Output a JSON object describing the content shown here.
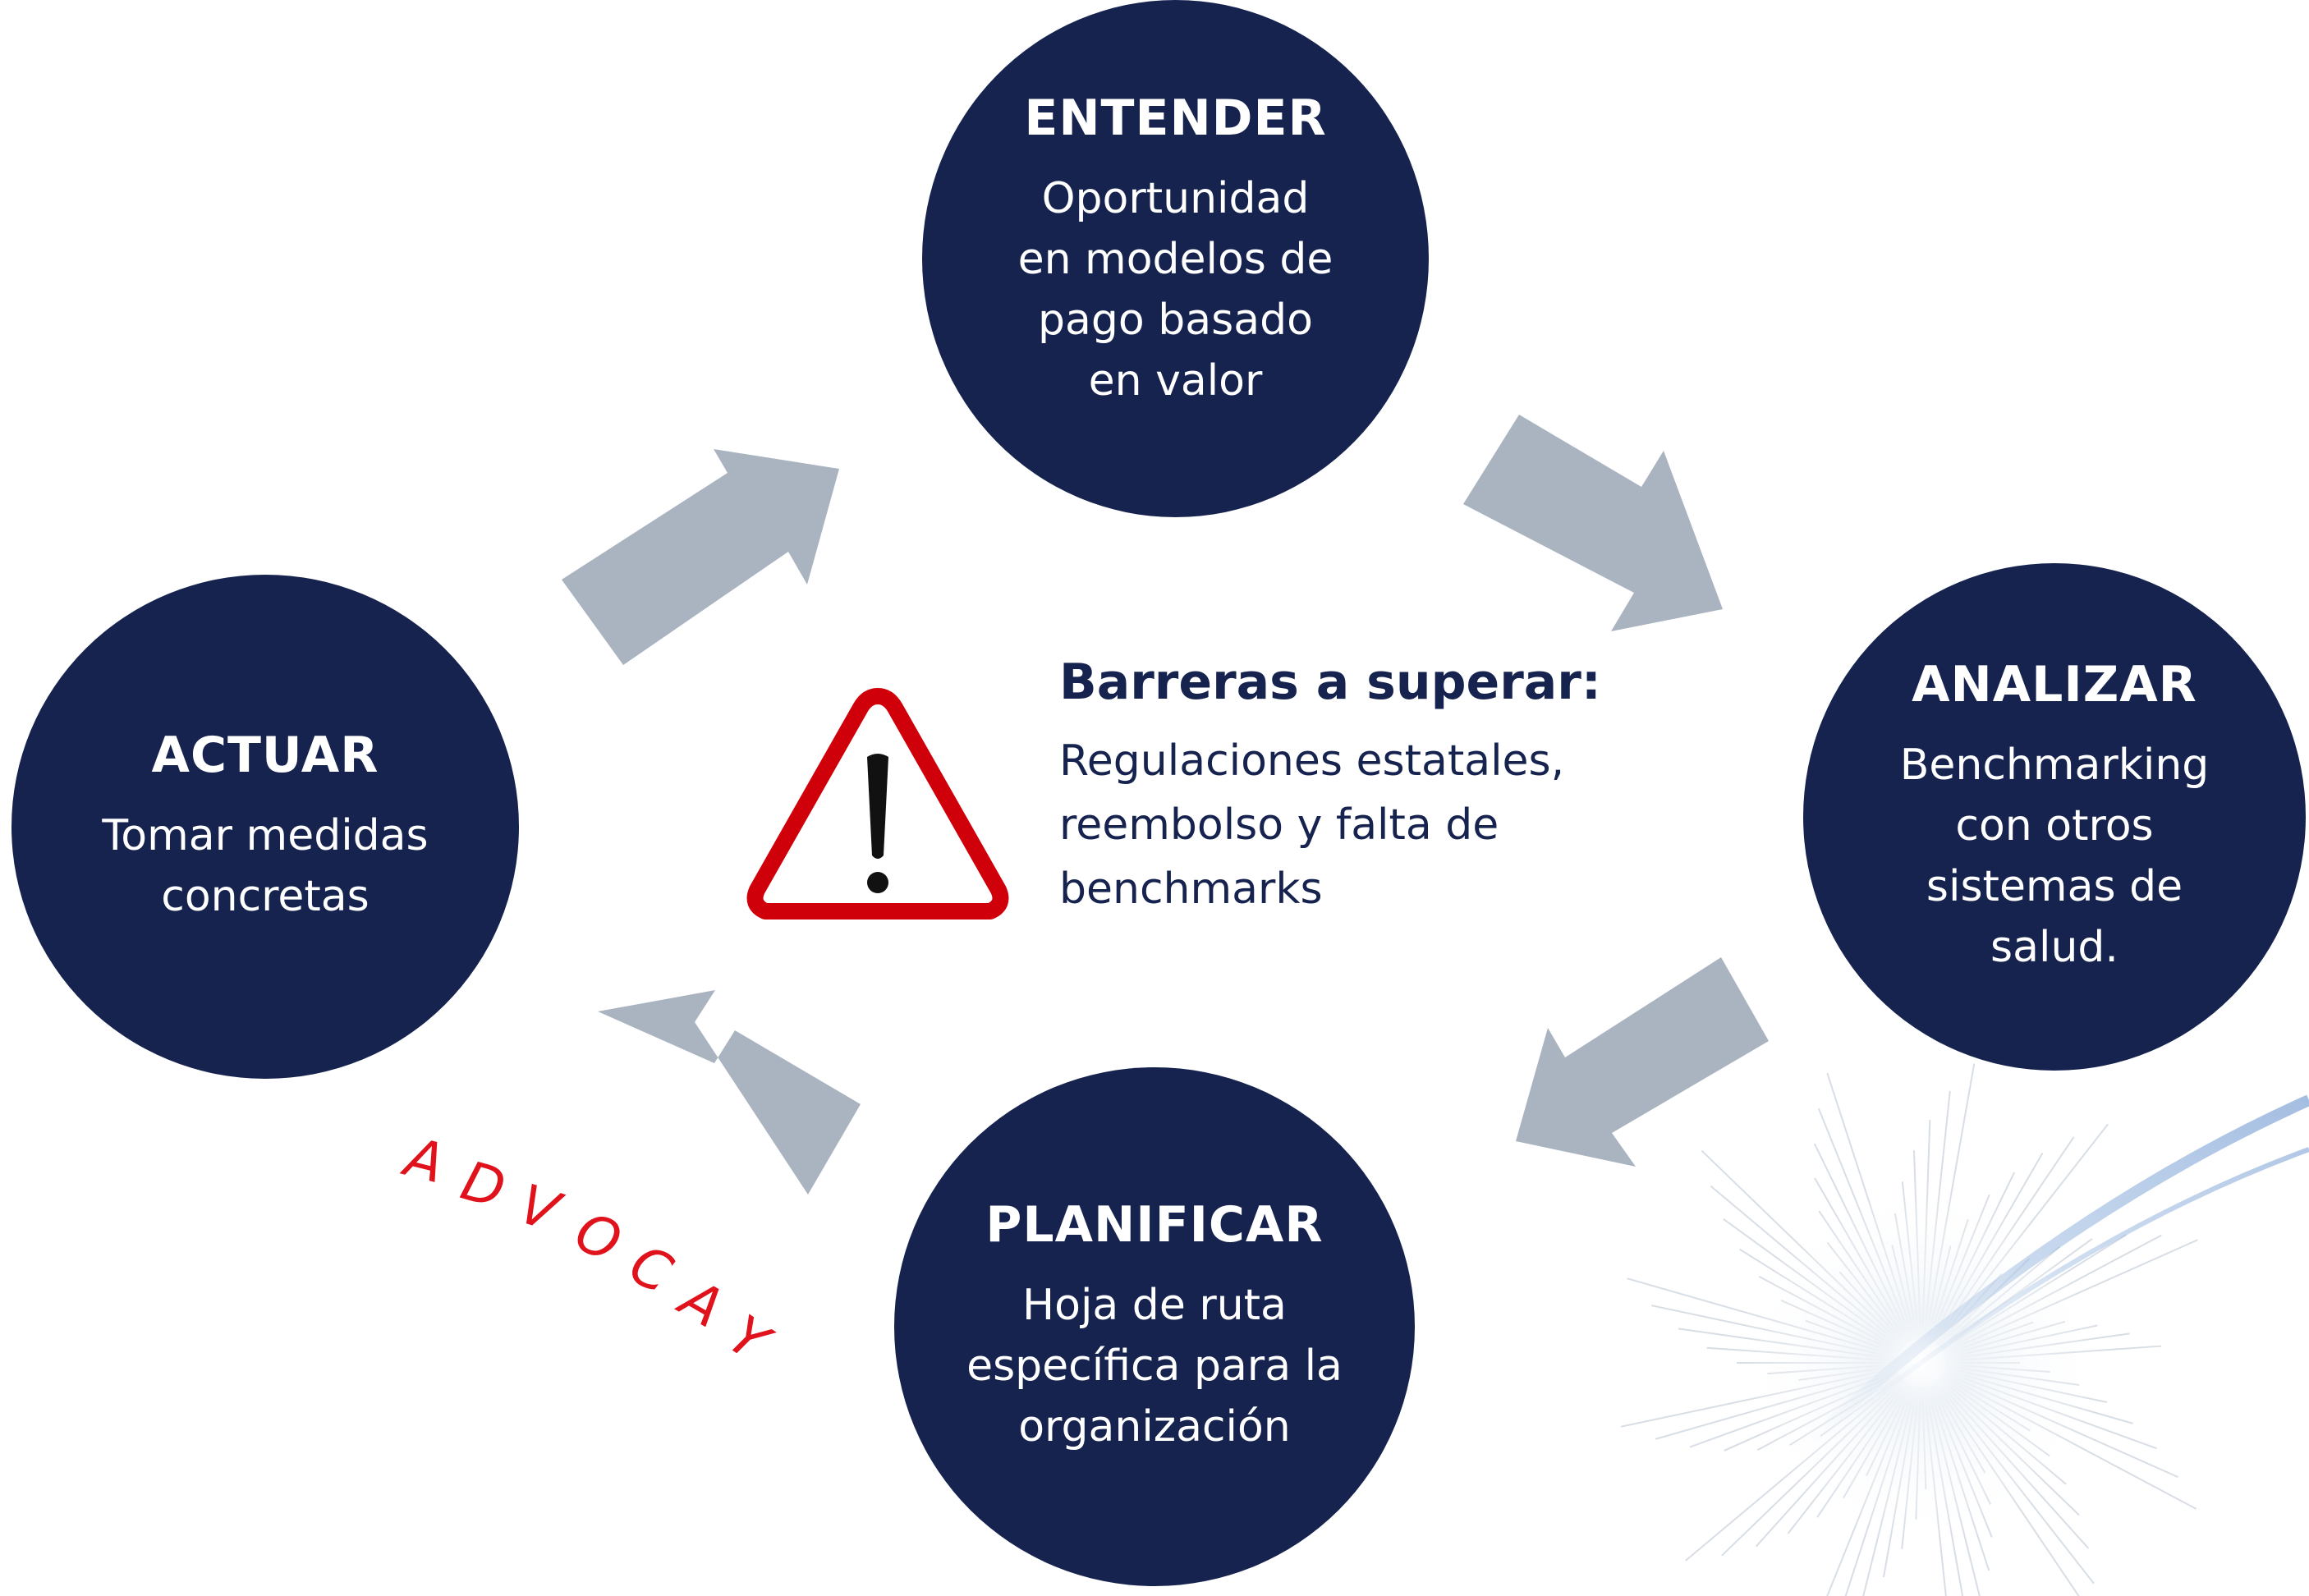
{
  "colors": {
    "circle": "#16234f",
    "arrow": "#a9b4c0",
    "warning_red": "#d0000a",
    "advocay_red": "#e0121b"
  },
  "steps": [
    {
      "key": "entender",
      "title": "ENTENDER",
      "text": "Oportunidad\nen modelos de\npago basado\nen valor"
    },
    {
      "key": "analizar",
      "title": "ANALIZAR",
      "text": "Benchmarking\ncon otros\nsistemas de\nsalud."
    },
    {
      "key": "planificar",
      "title": "PLANIFICAR",
      "text": "Hoja de ruta\nespecífica para la\norganización"
    },
    {
      "key": "actuar",
      "title": "ACTUAR",
      "text": "Tomar medidas\nconcretas"
    }
  ],
  "barriers": {
    "title": "Barreras a superar:",
    "text": "Regulaciones estatales,\nreembolso y falta de\nbenchmarks",
    "icon": "warning-icon"
  },
  "advocay": {
    "letters": [
      "A",
      "D",
      "V",
      "O",
      "C",
      "A",
      "Y"
    ]
  }
}
